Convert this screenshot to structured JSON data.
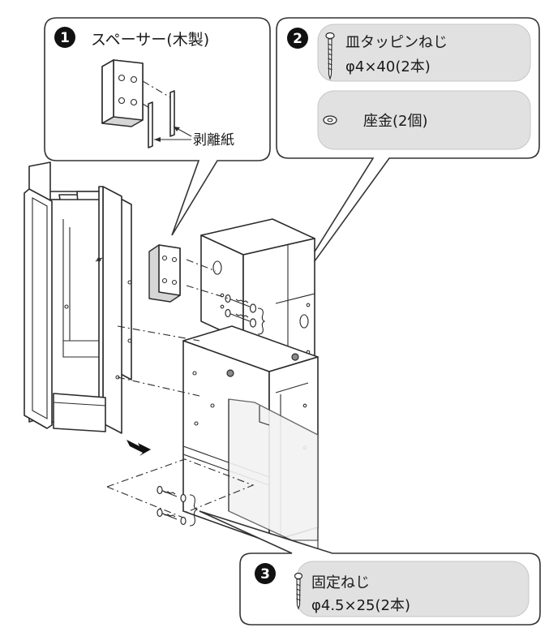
{
  "callout1": {
    "number": "1",
    "title": "スペーサー(木製)",
    "paper_label": "剥離紙"
  },
  "callout2": {
    "number": "2",
    "screw_line1": "皿タッピンねじ",
    "screw_line2": "φ4×40(2本)",
    "washer_label": "座金(2個)"
  },
  "callout3": {
    "number": "3",
    "line1": "固定ねじ",
    "line2": "φ4.5×25(2本)"
  }
}
